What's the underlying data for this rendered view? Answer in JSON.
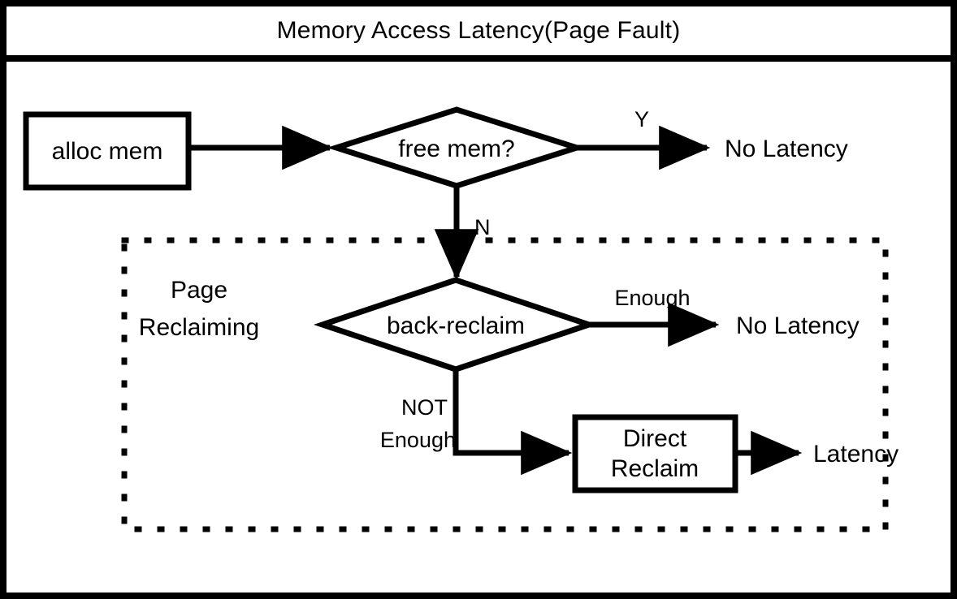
{
  "diagram": {
    "title": "Memory Access Latency(Page Fault)",
    "type": "flowchart",
    "colors": {
      "frame": "#000000",
      "stroke": "#000000",
      "node_fill": "#ffffff",
      "background": "#ffffff",
      "latency_red": "#ff3322"
    },
    "nodes": {
      "alloc_mem": {
        "label": "alloc mem",
        "shape": "rectangle"
      },
      "free_mem": {
        "label": "free mem?",
        "shape": "diamond"
      },
      "no_latency_top": {
        "label": "No Latency",
        "shape": "text"
      },
      "back_reclaim": {
        "label": "back-reclaim",
        "shape": "diamond"
      },
      "no_latency_mid": {
        "label": "No Latency",
        "shape": "text"
      },
      "direct_reclaim_line1": {
        "label": "Direct",
        "shape": "rectangle"
      },
      "direct_reclaim_line2": {
        "label": "Reclaim",
        "shape": "rectangle"
      },
      "latency": {
        "label": "Latency",
        "shape": "text"
      }
    },
    "group": {
      "label_line1": "Page",
      "label_line2": "Reclaiming",
      "border_style": "dotted"
    },
    "edge_labels": {
      "yes": "Y",
      "no": "N",
      "enough": "Enough",
      "not_enough_line1": "NOT",
      "not_enough_line2": "Enough"
    }
  }
}
